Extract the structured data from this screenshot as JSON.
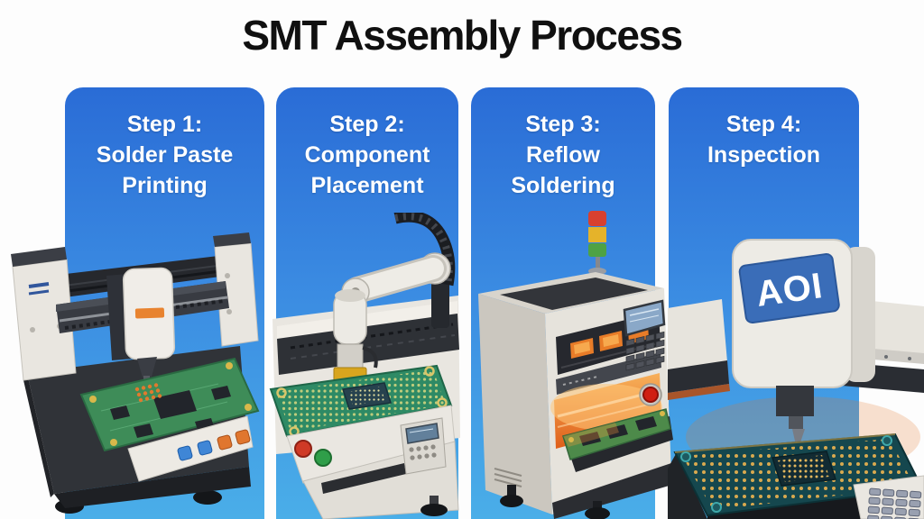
{
  "title": "SMT Assembly Process",
  "steps": [
    {
      "step_label": "Step 1:",
      "name": "Solder Paste Printing",
      "machine_icon": "solder-paste-printer"
    },
    {
      "step_label": "Step 2:",
      "name": "Component Placement",
      "machine_icon": "pick-and-place-machine"
    },
    {
      "step_label": "Step 3:",
      "name": "Reflow Soldering",
      "machine_icon": "reflow-oven"
    },
    {
      "step_label": "Step 4:",
      "name": "Inspection",
      "machine_icon": "aoi-machine",
      "machine_label": "AOI"
    }
  ],
  "colors": {
    "background": "#fdfdfd",
    "panel_gradient_top": "#2a6cd6",
    "panel_gradient_bottom": "#4aaee8",
    "title_text": "#101010",
    "step_text": "#ffffff",
    "aoi_label_bg": "#3a6db8",
    "aoi_label_text": "#ffffff",
    "signal_tower_red": "#d8402f",
    "signal_tower_yellow": "#e5b32a",
    "signal_tower_green": "#4ea244",
    "pcb_green": "#3e8c58",
    "oven_glow_orange": "#e87c28"
  }
}
